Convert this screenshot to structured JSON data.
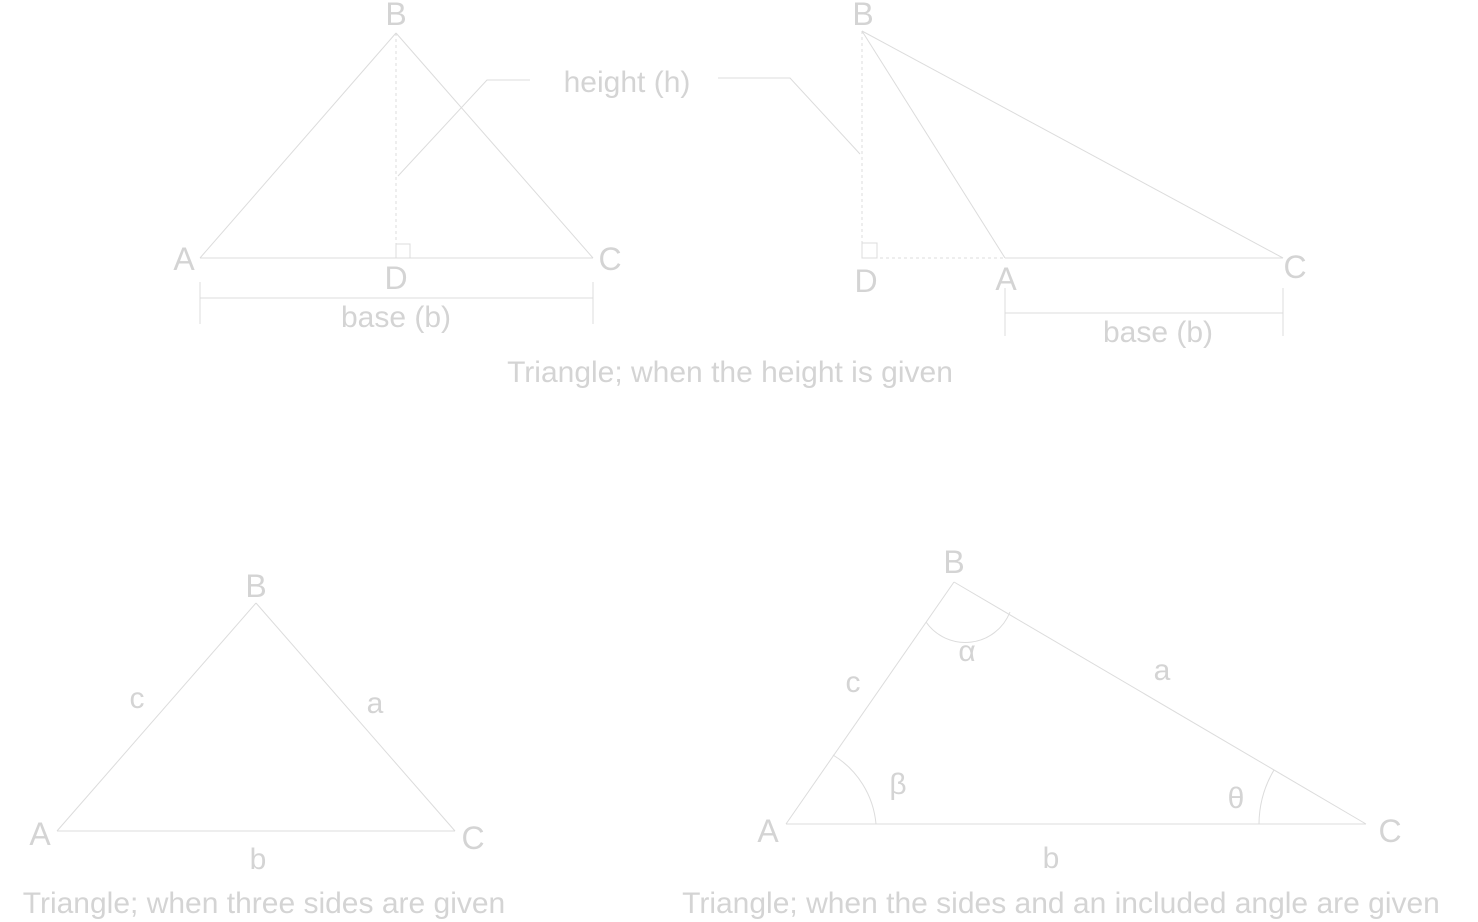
{
  "panel_height": {
    "caption": "Triangle; when the height is given",
    "height_label": "height (h)",
    "left": {
      "vertex_a": "A",
      "vertex_b": "B",
      "vertex_c": "C",
      "vertex_d": "D",
      "base_label": "base (b)"
    },
    "right": {
      "vertex_a": "A",
      "vertex_b": "B",
      "vertex_c": "C",
      "vertex_d": "D",
      "base_label": "base (b)"
    }
  },
  "panel_three_sides": {
    "caption": "Triangle; when three sides are given",
    "vertex_a": "A",
    "vertex_b": "B",
    "vertex_c": "C",
    "side_a": "a",
    "side_b": "b",
    "side_c": "c"
  },
  "panel_included_angle": {
    "caption": "Triangle; when the sides and an included angle are given",
    "vertex_a": "A",
    "vertex_b": "B",
    "vertex_c": "C",
    "side_a": "a",
    "side_b": "b",
    "side_c": "c",
    "angle_b": "α",
    "angle_a": "β",
    "angle_c": "θ"
  },
  "colors": {
    "line": "#dcdcdc",
    "text": "#d4d4d4",
    "background": "#ffffff"
  }
}
